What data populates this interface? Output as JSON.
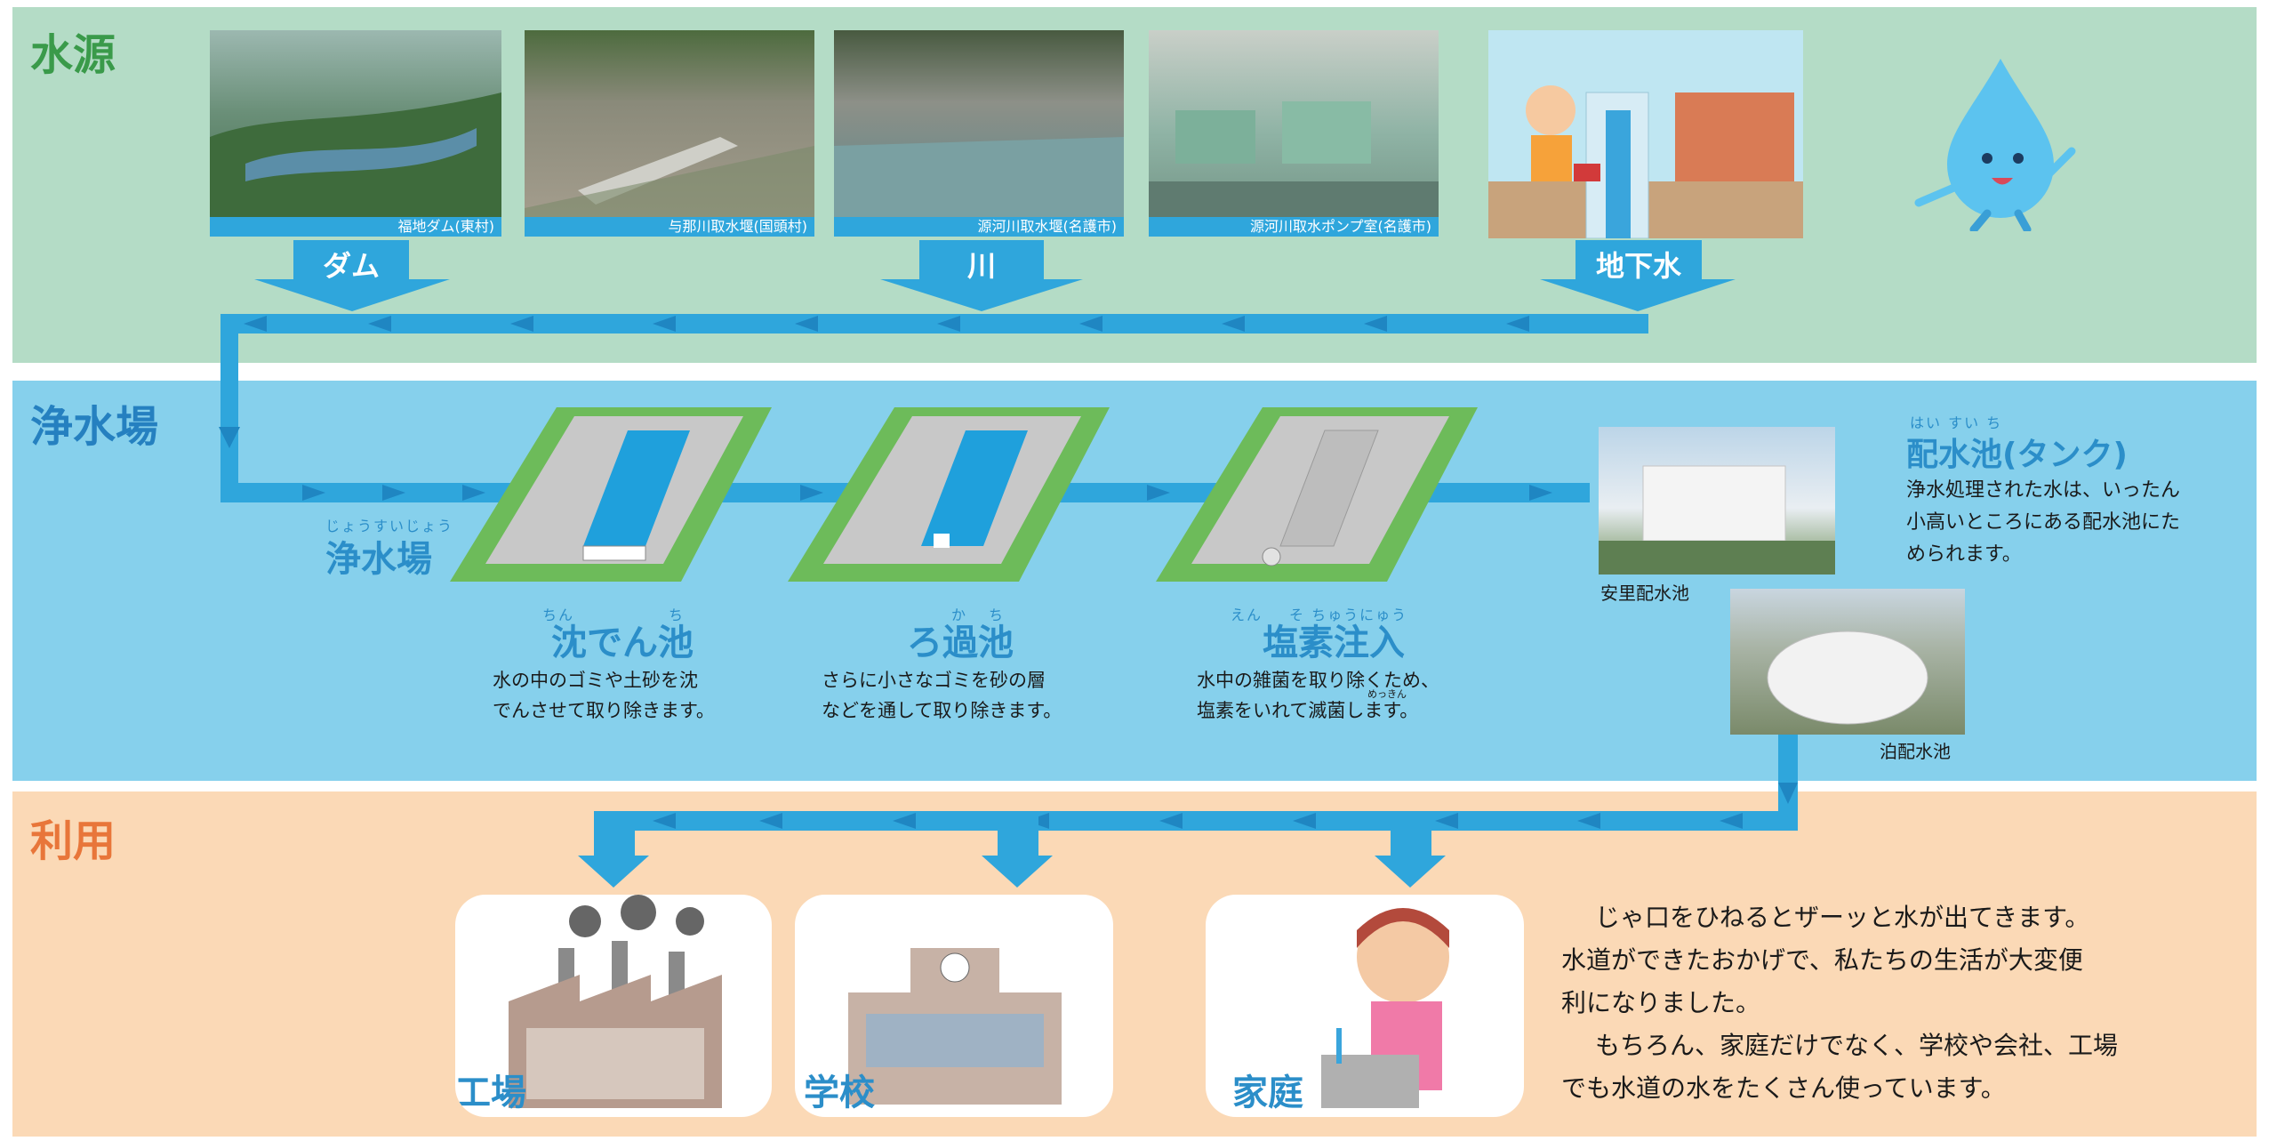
{
  "sections": {
    "source_title": "水源",
    "plant_title": "浄水場",
    "use_title": "利用"
  },
  "source": {
    "photos": [
      {
        "caption": "福地ダム(東村)"
      },
      {
        "caption": "与那川取水堰(国頭村)"
      },
      {
        "caption": "源河川取水堰(名護市)"
      },
      {
        "caption": "源河川取水ポンプ室(名護市)"
      }
    ],
    "labels": {
      "dam": "ダム",
      "river": "川",
      "groundwater": "地下水"
    }
  },
  "plant": {
    "label_ruby": "じょうすいじょう",
    "label": "浄水場",
    "steps": [
      {
        "ruby1": "ちん",
        "ruby2": "ち",
        "title": "沈でん池",
        "desc1": "水の中のゴミや土砂を沈",
        "desc2": "でんさせて取り除きます。"
      },
      {
        "ruby1": "か",
        "ruby2": "ち",
        "title": "ろ過池",
        "desc1": "さらに小さなゴミを砂の層",
        "desc2": "などを通して取り除きます。"
      },
      {
        "ruby1": "えん",
        "ruby2": "そ ちゅうにゅう",
        "title": "塩素注入",
        "desc1": "水中の雑菌を取り除くため、",
        "desc2": "塩素をいれて滅菌します。",
        "desc_ruby": "めっきん"
      }
    ],
    "reservoir": {
      "ruby": "はい すい ち",
      "title": "配水池(タンク)",
      "desc1": "浄水処理された水は、いったん",
      "desc2": "小高いところにある配水池にた",
      "desc3": "められます。",
      "photo1": "安里配水池",
      "photo2": "泊配水池"
    }
  },
  "use": {
    "factory": "工場",
    "school": "学校",
    "home": "家庭",
    "text": [
      "じゃ口をひねるとザーッと水が出てきます。",
      "水道ができたおかげで、私たちの生活が大変便",
      "利になりました。",
      "もちろん、家庭だけでなく、学校や会社、工場",
      "でも水道の水をたくさん使っています。"
    ]
  },
  "colors": {
    "source_bg": "#b4dcc6",
    "plant_bg": "#86d0ec",
    "use_bg": "#fbd9b6",
    "pipe": "#2fa6dc",
    "pipe_dark": "#1f86c2",
    "source_title": "#3a9a4a",
    "plant_title": "#2580c0",
    "use_title": "#e8763a"
  }
}
